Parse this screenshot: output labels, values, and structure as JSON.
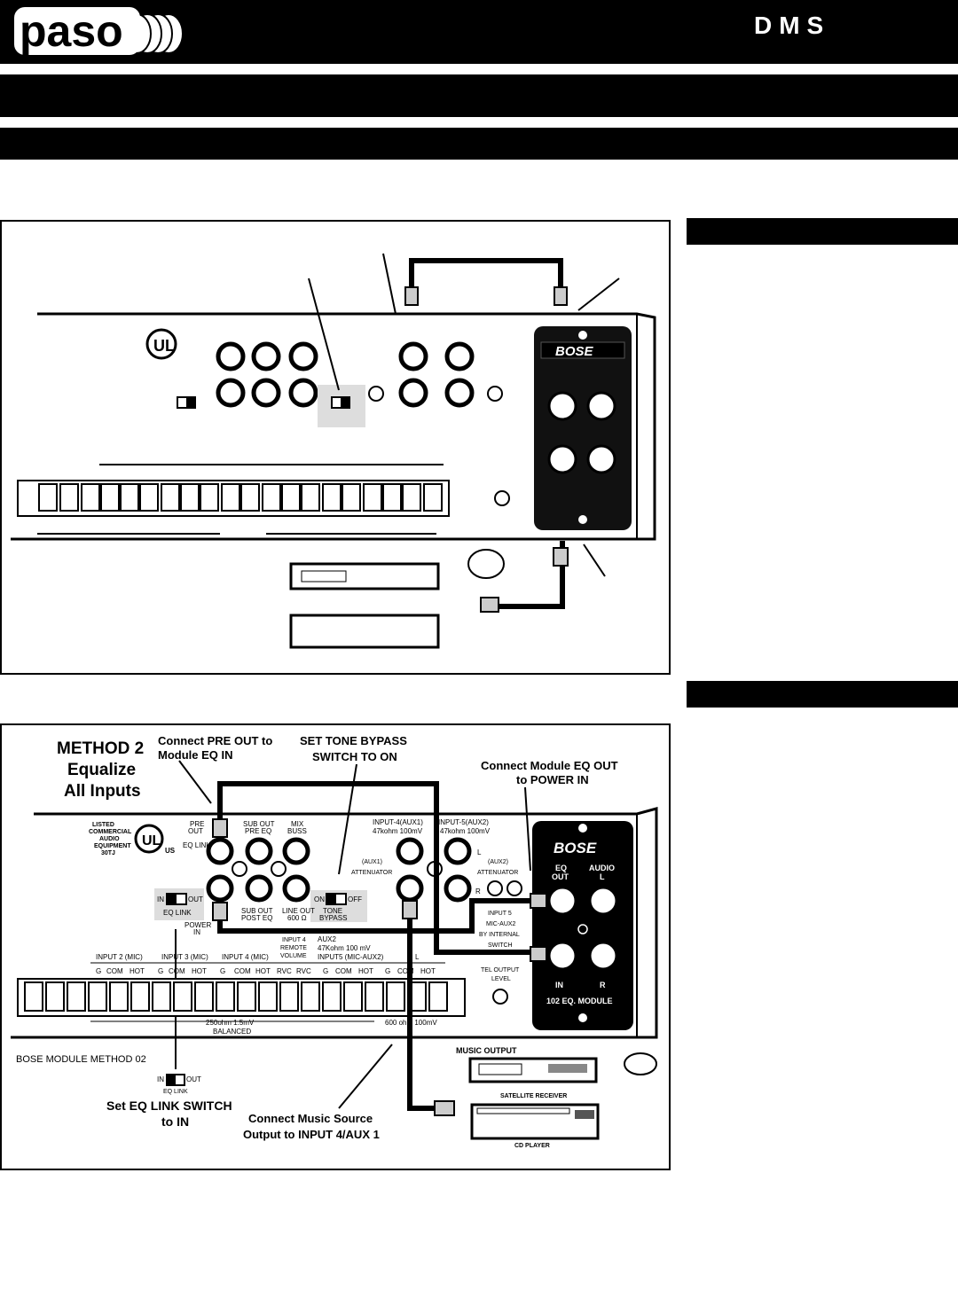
{
  "header": {
    "logo_text": "paso",
    "brand_right": "DMS"
  },
  "figure2": {
    "method_title_line1": "METHOD 2",
    "method_title_line2": "Equalize",
    "method_title_line3": "All Inputs",
    "callout_pre_out_1": "Connect PRE OUT to",
    "callout_pre_out_2": "Module EQ IN",
    "callout_tone_1": "SET TONE BYPASS",
    "callout_tone_2": "SWITCH TO ON",
    "callout_eq_out_1": "Connect Module EQ OUT",
    "callout_eq_out_2": "to POWER IN",
    "callout_eq_link_1": "Set EQ LINK SWITCH",
    "callout_eq_link_2": "to IN",
    "callout_music_1": "Connect Music Source",
    "callout_music_2": "Output to INPUT 4/AUX 1",
    "caption_method": "BOSE MODULE METHOD 02",
    "panel": {
      "listed": [
        "LISTED",
        "COMMERCIAL",
        "AUDIO",
        "EQUIPMENT",
        "30TJ"
      ],
      "ul_us": "US",
      "pre_out": [
        "PRE",
        "OUT"
      ],
      "sub_out_pre": [
        "SUB OUT",
        "PRE EQ"
      ],
      "mix_buss": [
        "MIX",
        "BUSS"
      ],
      "input4": [
        "INPUT-4(AUX1)",
        "47kohm 100mV"
      ],
      "input5": [
        "INPUT-5(AUX2)",
        "47kohm 100mV"
      ],
      "eq_link": "EQ LINK",
      "power_in": [
        "POWER",
        "IN"
      ],
      "sub_out_post": [
        "SUB OUT",
        "POST EQ"
      ],
      "line_out": [
        "LINE OUT",
        "600 Ω"
      ],
      "tone_bypass": [
        "TONE",
        "BYPASS"
      ],
      "on": "ON",
      "off": "OFF",
      "in": "IN",
      "out": "OUT",
      "aux1_att": [
        "(AUX1)",
        "ATTENUATOR"
      ],
      "aux2_att": [
        "(AUX2)",
        "ATTENUATOR"
      ],
      "l": "L",
      "r": "R",
      "input4_remote": [
        "INPUT 4",
        "REMOTE",
        "VOLUME"
      ],
      "aux2_text": [
        "AUX2",
        "47Kohm 100 mV",
        "INPUT5 (MIC-AUX2)"
      ],
      "input5_mic": [
        "INPUT 5",
        "MIC-AUX2",
        "BY INTERNAL",
        "SWITCH"
      ],
      "tel_output": [
        "TEL OUTPUT",
        "LEVEL"
      ],
      "input2": "INPUT 2 (MIC)",
      "input3": "INPUT 3 (MIC)",
      "input4_mic": "INPUT 4 (MIC)",
      "terminal_labels": [
        "G",
        "COM",
        "HOT",
        "G",
        "COM",
        "HOT",
        "G",
        "COM",
        "HOT",
        "RVC",
        "RVC",
        "G",
        "COM",
        "HOT",
        "G",
        "COM",
        "HOT"
      ],
      "impedance_left": "250ohm 1.5mV",
      "impedance_right": "600 ohm 100mV",
      "balanced": "BALANCED"
    },
    "module": {
      "brand": "BOSE",
      "eq_out": [
        "EQ",
        "OUT"
      ],
      "audio_l": [
        "AUDIO",
        "L"
      ],
      "in": "IN",
      "r": "R",
      "name": "102 EQ. MODULE"
    },
    "devices": {
      "music_output": "MUSIC OUTPUT",
      "satellite": "SATELLITE RECEIVER",
      "cd_player": "CD PLAYER"
    }
  }
}
